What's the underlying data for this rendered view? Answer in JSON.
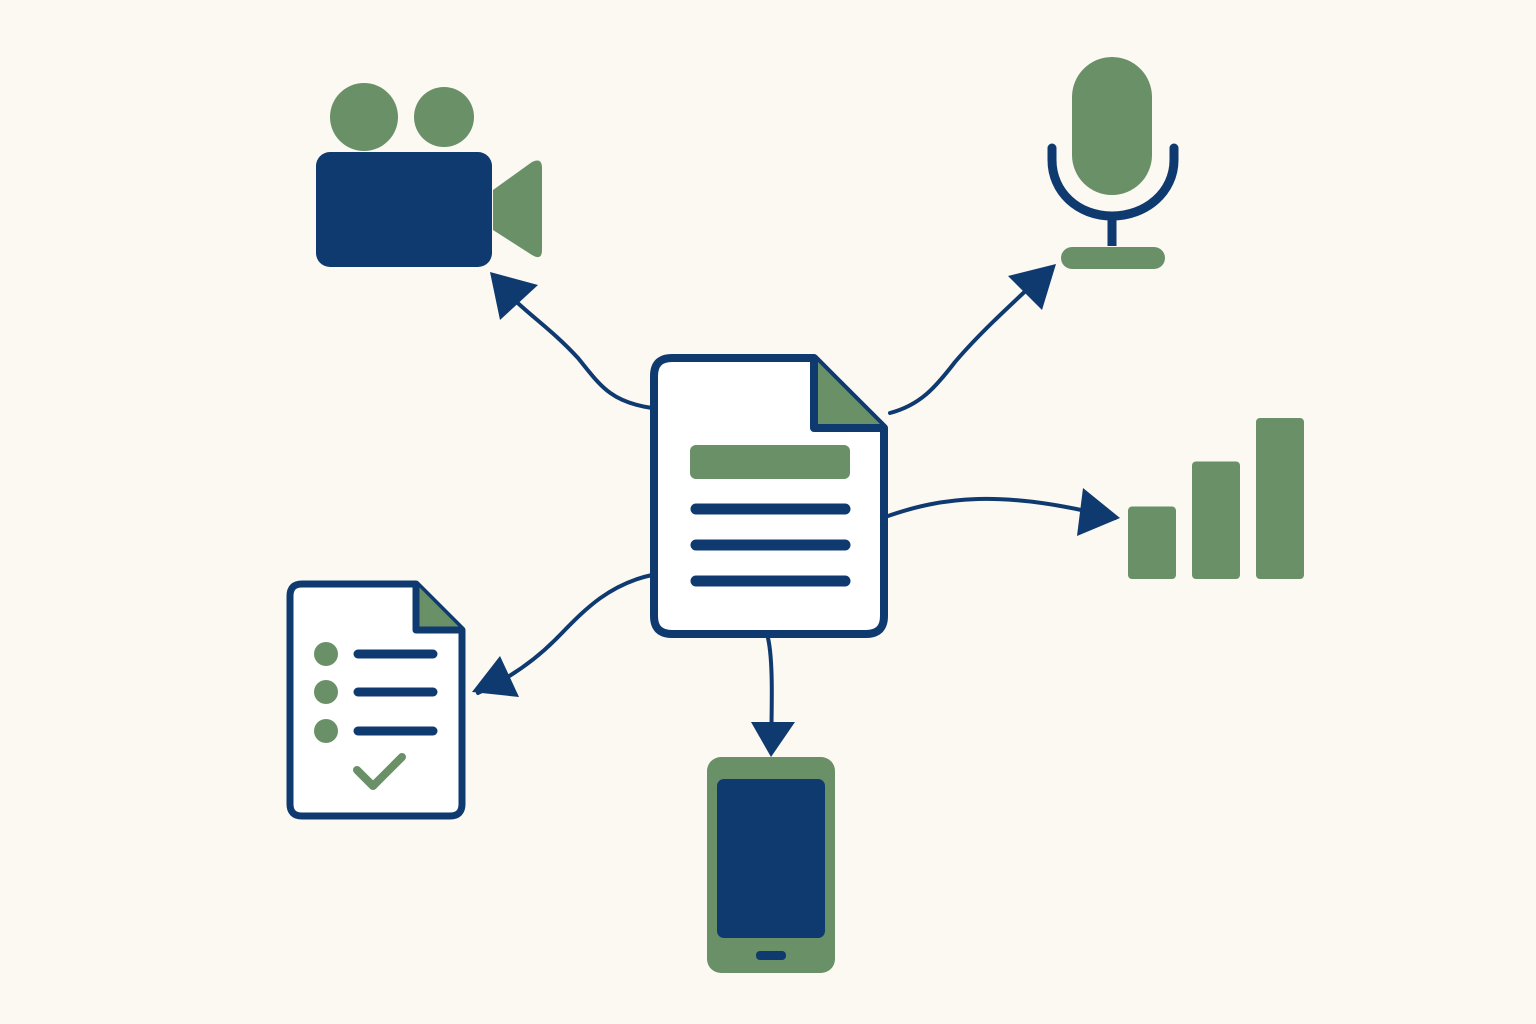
{
  "diagram": {
    "title": "",
    "hub": {
      "name": "source-document",
      "icon": "document-icon"
    },
    "targets": [
      {
        "name": "video",
        "icon": "video-camera-icon"
      },
      {
        "name": "audio",
        "icon": "microphone-icon"
      },
      {
        "name": "data-analytics",
        "icon": "bar-chart-icon"
      },
      {
        "name": "mobile",
        "icon": "smartphone-icon"
      },
      {
        "name": "checklist-summary",
        "icon": "checklist-document-icon"
      }
    ],
    "edges": [
      {
        "from": "source-document",
        "to": "video"
      },
      {
        "from": "source-document",
        "to": "audio"
      },
      {
        "from": "source-document",
        "to": "data-analytics"
      },
      {
        "from": "source-document",
        "to": "mobile"
      },
      {
        "from": "source-document",
        "to": "checklist-summary"
      }
    ],
    "bar_chart_icon": {
      "bar_levels": [
        0.45,
        0.73,
        1.0
      ]
    }
  },
  "colors": {
    "background": "#fcf8f2",
    "navy": "#0e3a70",
    "green": "#6a9068",
    "white": "#ffffff"
  }
}
